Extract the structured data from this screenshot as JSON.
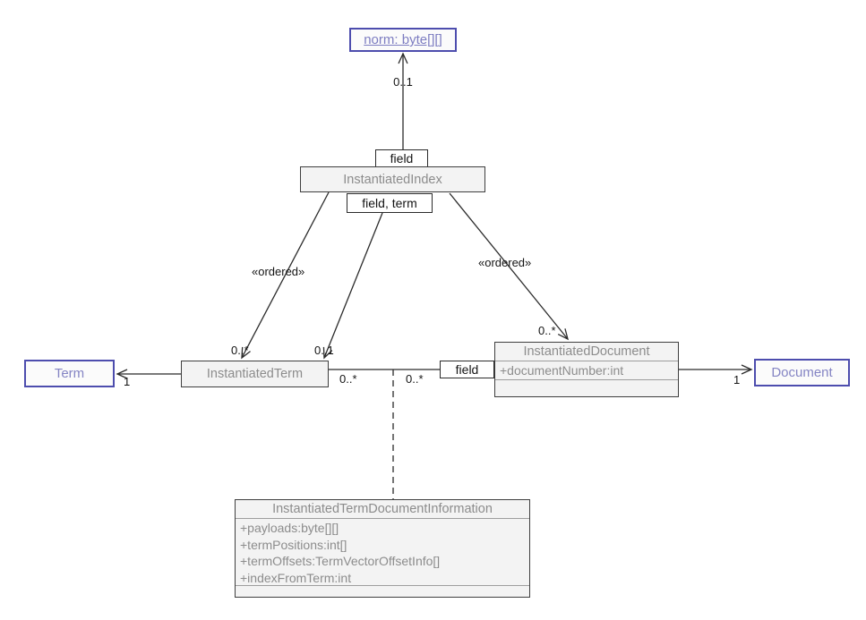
{
  "diagram": {
    "kind": "uml-class-diagram",
    "nodes": {
      "norm": {
        "label": "norm: byte[][]"
      },
      "instantiatedIndex": {
        "title": "InstantiatedIndex"
      },
      "instantiatedTerm": {
        "title": "InstantiatedTerm"
      },
      "instantiatedDocument": {
        "title": "InstantiatedDocument",
        "attributes": [
          "+documentNumber:int"
        ]
      },
      "term": {
        "title": "Term"
      },
      "document": {
        "title": "Document"
      },
      "instantiatedTermDocumentInformation": {
        "title": "InstantiatedTermDocumentInformation",
        "attributes": [
          "+payloads:byte[][]",
          "+termPositions:int[]",
          "+termOffsets:TermVectorOffsetInfo[]",
          "+indexFromTerm:int"
        ]
      }
    },
    "qualifiers": {
      "top_field": "field",
      "field_term": "field, term",
      "mid_field": "field"
    },
    "multiplicities": {
      "norm_end": "0..1",
      "term_end": "1",
      "document_end": "1",
      "instantiated_document_top": "0..*",
      "instantiated_term_top_left": "0..*",
      "instantiated_term_top_right": "0..1",
      "assoc_left": "0..*",
      "assoc_right": "0..*"
    },
    "stereotypes": {
      "ordered_left": "«ordered»",
      "ordered_right": "«ordered»"
    },
    "colors": {
      "box_fill": "#f3f3f3",
      "box_border": "#3e3e3e",
      "gray_text": "#8c8c8c",
      "blue_border": "#4d4dae",
      "blue_text": "#8585c4",
      "line": "#2b2b2b"
    }
  }
}
